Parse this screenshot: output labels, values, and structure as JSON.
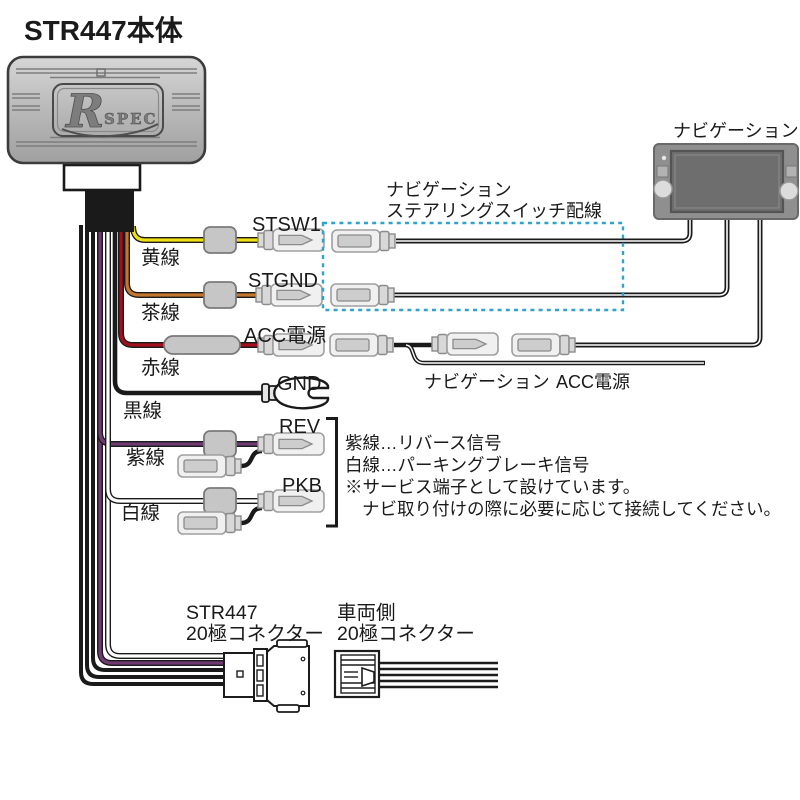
{
  "title": "STR447本体",
  "device": {
    "logo_r": "R",
    "logo_spec": "SPEC"
  },
  "navigation": {
    "label": "ナビゲーション"
  },
  "steering_box": {
    "line1": "ナビゲーション",
    "line2": "ステアリングスイッチ配線"
  },
  "wires": {
    "yellow": {
      "color_label": "黄線",
      "signal": "STSW1",
      "hex": "#f0e011"
    },
    "brown": {
      "color_label": "茶線",
      "signal": "STGND",
      "hex": "#c3762e"
    },
    "red": {
      "color_label": "赤線",
      "signal": "ACC電源",
      "hex": "#a30f1c"
    },
    "black": {
      "color_label": "黒線",
      "signal": "GND",
      "hex": "#1a1a1a"
    },
    "purple": {
      "color_label": "紫線",
      "signal": "REV",
      "hex": "#713a73"
    },
    "white": {
      "color_label": "白線",
      "signal": "PKB",
      "hex": "#ffffff"
    }
  },
  "acc_splice": {
    "left_label": "ナビゲーション",
    "right_label": "ACC電源"
  },
  "notes": {
    "line1": "紫線…リバース信号",
    "line2": "白線…パーキングブレーキ信号",
    "line3": "※サービス端子として設けています。",
    "line4": "ナビ取り付けの際に必要に応じて接続してください。"
  },
  "connectors": {
    "str447": {
      "line1": "STR447",
      "line2": "20極コネクター"
    },
    "vehicle": {
      "line1": "車両側",
      "line2": "20極コネクター"
    }
  },
  "colors": {
    "dashed_box": "#2ea4c8"
  }
}
